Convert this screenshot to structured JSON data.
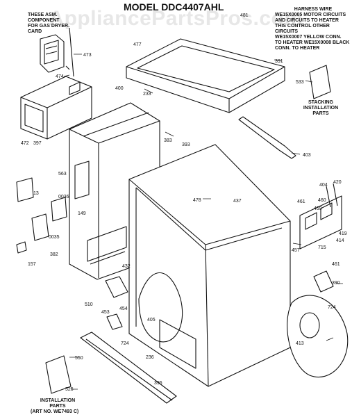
{
  "watermark": "AppliancePartsPros.com",
  "title": "MODEL DDC4407AHL",
  "note_left": [
    "THESE ASM. COMPONENT",
    "FOR GAS DRYER. CARD"
  ],
  "harness_note": {
    "heading": "HARNESS WIRE",
    "lines": [
      "WE15X0005 MOTOR CIRCUITS",
      "AND CIRCUITS TO HEATER",
      "THIS CONTROL OTHER CIRCUITS",
      "WE15X0007 YELLOW CONN.",
      "TO HEATER   WE15X0008 BLACK",
      "CONN. TO HEATER"
    ]
  },
  "stacking_caption": [
    "STACKING",
    "INSTALLATION",
    "PARTS"
  ],
  "installation_caption": [
    "INSTALLATION",
    "PARTS"
  ],
  "art_number": "(ART NO. WE7493 C)",
  "callouts": {
    "c473": "473",
    "c474": "474",
    "c472": "472",
    "c397": "397",
    "c477": "477",
    "c481": "481",
    "c391": "391",
    "c533": "533",
    "c400": "400",
    "c233": "233",
    "c383": "383",
    "c393": "393",
    "c403": "403",
    "c563": "563",
    "c13": "13",
    "c0036": "0036",
    "c149": "149",
    "c0035": "0035",
    "c382": "382",
    "c157": "157",
    "c478": "478",
    "c437": "437",
    "c404": "404",
    "c420": "420",
    "c461a": "461",
    "c460": "460",
    "c459": "459",
    "c419": "419",
    "c414": "414",
    "c715": "715",
    "c457": "457",
    "c461b": "461",
    "c432": "432",
    "c390": "390",
    "c510": "510",
    "c454": "454",
    "c453": "453",
    "c405": "405",
    "c724a": "724",
    "c724b": "724",
    "c413": "413",
    "c550": "550",
    "c236": "236",
    "c396": "396",
    "c525": "525"
  }
}
